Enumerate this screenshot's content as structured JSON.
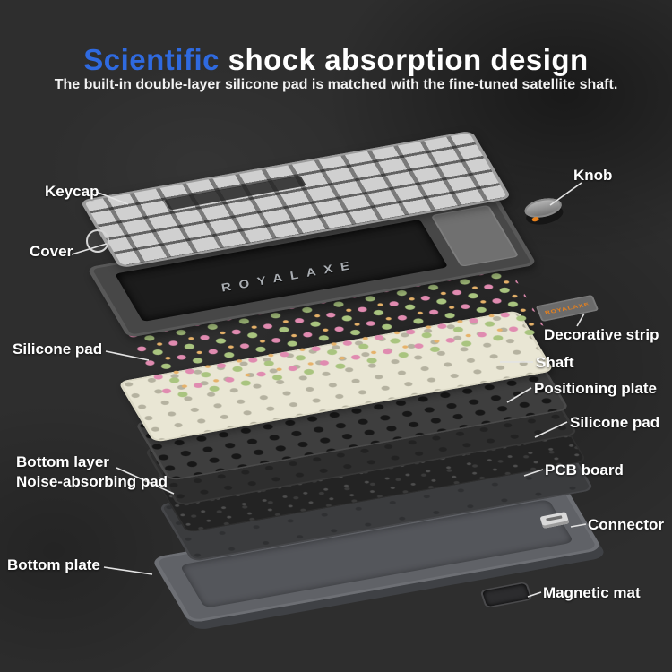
{
  "title": {
    "highlight": "Scientific",
    "rest": " shock absorption design"
  },
  "subtitle": "The built-in double-layer silicone pad is matched with the fine-tuned satellite shaft.",
  "keyboard": {
    "brand": "ROYALAXE",
    "strip_text": "ROYALAXE"
  },
  "labels": {
    "keycap": "Keycap",
    "cover": "Cover",
    "silicone_pad_left": "Silicone pad",
    "bottom_layer_line1": "Bottom layer",
    "bottom_layer_line2": "Noise-absorbing pad",
    "bottom_plate": "Bottom plate",
    "knob": "Knob",
    "decorative_strip": "Decorative strip",
    "shaft": "Shaft",
    "positioning_plate": "Positioning plate",
    "silicone_pad_right": "Silicone pad",
    "pcb_board": "PCB board",
    "connector": "Connector",
    "magnetic_mat": "Magnetic mat"
  },
  "colors": {
    "background": "#2d2d2d",
    "title_accent_blue": "#2f6ae0",
    "strip_accent_orange": "#e8811c",
    "label_text": "#ffffff"
  }
}
